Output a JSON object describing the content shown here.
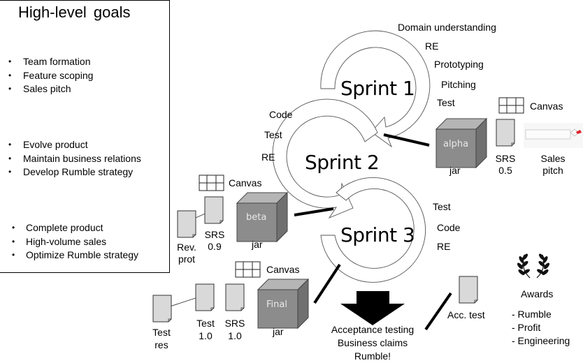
{
  "goals": {
    "title": "High-level  goals",
    "group1": [
      "Team formation",
      "Feature scoping",
      "Sales pitch"
    ],
    "group2": [
      "Evolve product",
      "Maintain business relations",
      "Develop Rumble strategy"
    ],
    "group3": [
      "Complete product",
      "High-volume sales",
      "Optimize Rumble strategy"
    ]
  },
  "sprint1": {
    "title": "Sprint 1",
    "activities": [
      "Domain understanding",
      "RE",
      "Prototyping",
      "Pitching",
      "Test"
    ],
    "artifacts": {
      "canvas": "Canvas",
      "jar_box": "alpha",
      "jar": "jar",
      "srs_line1": "SRS",
      "srs_line2": "0.5",
      "pitch_line1": "Sales",
      "pitch_line2": "pitch"
    }
  },
  "sprint2": {
    "title": "Sprint 2",
    "activities": [
      "Code",
      "Test",
      "RE"
    ],
    "artifacts": {
      "canvas": "Canvas",
      "jar_box": "beta",
      "jar": "jar",
      "srs_line1": "SRS",
      "srs_line2": "0.9",
      "rev_line1": "Rev.",
      "rev_line2": "prot"
    }
  },
  "sprint3": {
    "title": "Sprint 3",
    "activities": [
      "Test",
      "Code",
      "RE"
    ],
    "artifacts": {
      "canvas": "Canvas",
      "jar_box": "Final",
      "jar": "jar",
      "srs_line1": "SRS",
      "srs_line2": "1.0",
      "test_line1": "Test",
      "test_line2": "1.0",
      "testres_line1": "Test",
      "testres_line2": "res"
    }
  },
  "outcome": {
    "lines": [
      "Acceptance testing",
      "Business claims",
      "Rumble!"
    ],
    "acc_test": "Acc. test"
  },
  "awards": {
    "title": "Awards",
    "items": [
      "- Rumble",
      "- Profit",
      "- Engineering"
    ]
  },
  "colors": {
    "cube_front": "#8c8c8c",
    "cube_top": "#b5b5b5",
    "cube_side": "#707070",
    "doc_fill": "#d9d9d9",
    "sales_pitch_accent": "#e0202a"
  }
}
